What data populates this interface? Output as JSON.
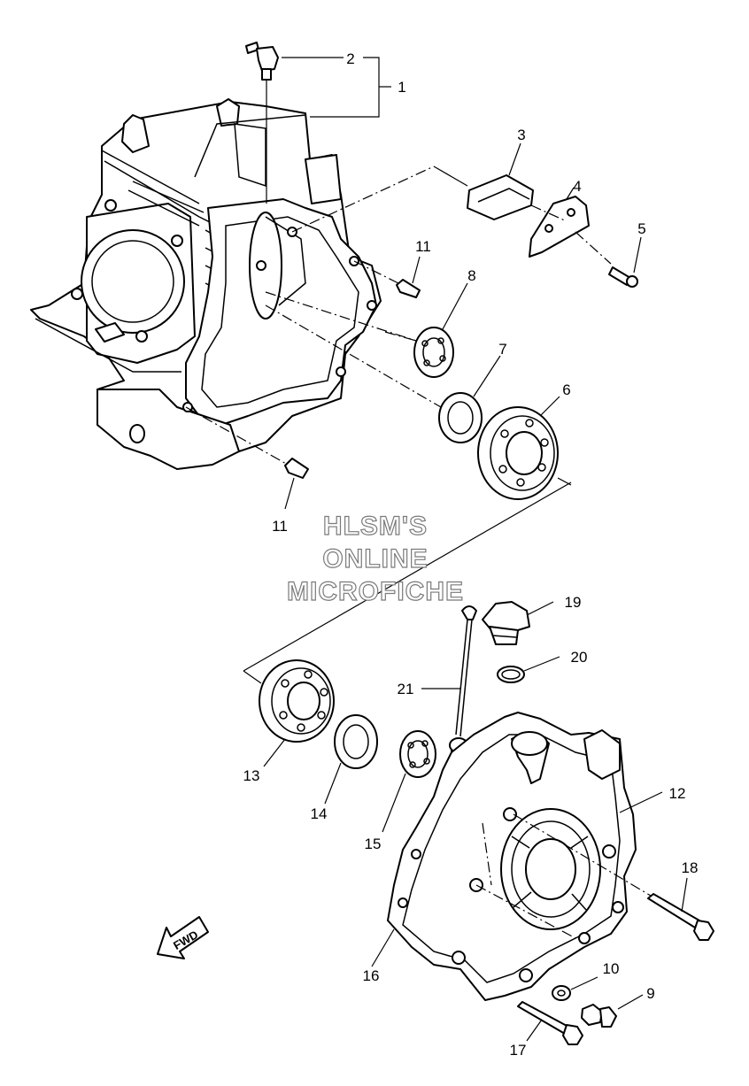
{
  "watermark": {
    "line1": "HLSM'S",
    "line2": "ONLINE",
    "line3": "MICROFICHE"
  },
  "direction_arrow": {
    "label": "FWD"
  },
  "callouts": [
    {
      "id": "c1",
      "label": "1"
    },
    {
      "id": "c2",
      "label": "2"
    },
    {
      "id": "c3",
      "label": "3"
    },
    {
      "id": "c4",
      "label": "4"
    },
    {
      "id": "c5",
      "label": "5"
    },
    {
      "id": "c6",
      "label": "6"
    },
    {
      "id": "c7",
      "label": "7"
    },
    {
      "id": "c8",
      "label": "8"
    },
    {
      "id": "c9",
      "label": "9"
    },
    {
      "id": "c10",
      "label": "10"
    },
    {
      "id": "c11a",
      "label": "11"
    },
    {
      "id": "c11b",
      "label": "11"
    },
    {
      "id": "c12",
      "label": "12"
    },
    {
      "id": "c13",
      "label": "13"
    },
    {
      "id": "c14",
      "label": "14"
    },
    {
      "id": "c15",
      "label": "15"
    },
    {
      "id": "c16",
      "label": "16"
    },
    {
      "id": "c17",
      "label": "17"
    },
    {
      "id": "c18",
      "label": "18"
    },
    {
      "id": "c19",
      "label": "19"
    },
    {
      "id": "c20",
      "label": "20"
    },
    {
      "id": "c21",
      "label": "21"
    }
  ]
}
